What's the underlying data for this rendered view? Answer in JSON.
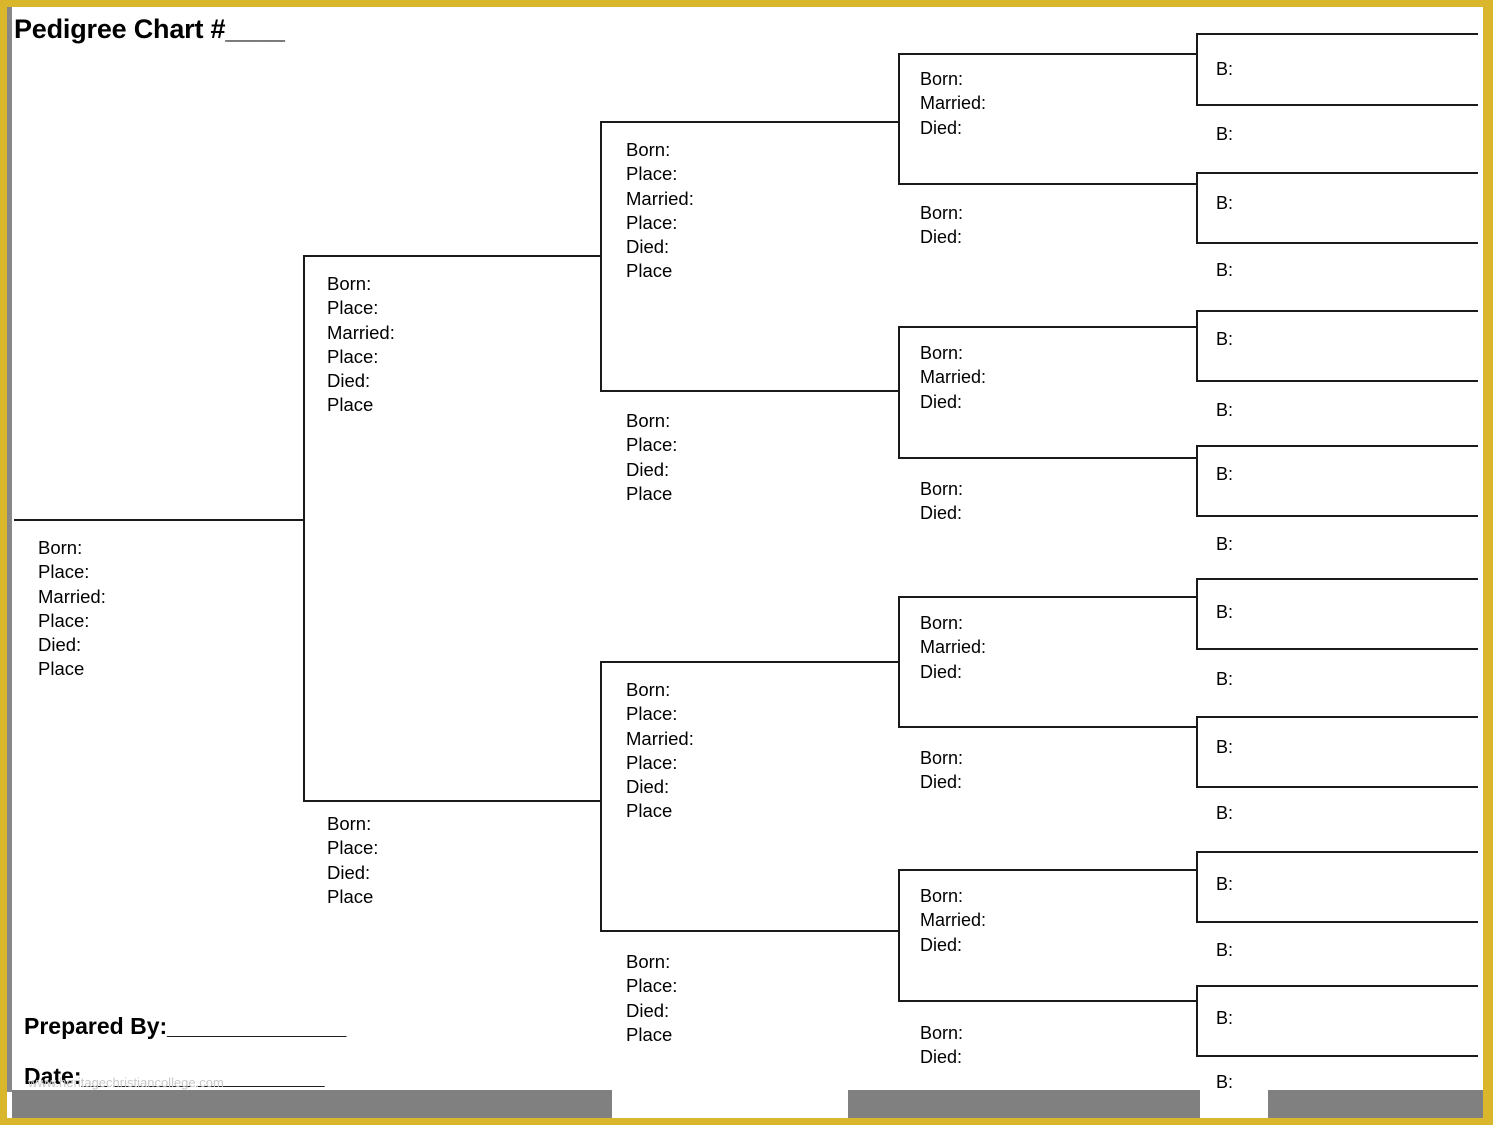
{
  "page": {
    "title": "Pedigree Chart #____",
    "watermark": "www.heritagechristiancollege.com",
    "border_color": "#d9b62b",
    "line_color": "#1a1a1a",
    "gray_bar_color": "#808080",
    "background": "#ffffff"
  },
  "footer": {
    "prepared_by": "Prepared By:______________",
    "date": "Date:__ ______ __________"
  },
  "labels": {
    "born": "Born:",
    "place_colon": "Place:",
    "married": "Married:",
    "died": "Died:",
    "place": "Place",
    "b": "B:"
  },
  "chart_data": {
    "type": "diagram",
    "chart_kind": "pedigree-ancestor-chart",
    "generations": 5,
    "generation_field_sets": {
      "gen1_self": [
        "Born:",
        "Place:",
        "Married:",
        "Place:",
        "Died:",
        "Place"
      ],
      "gen2_father": [
        "Born:",
        "Place:",
        "Married:",
        "Place:",
        "Died:",
        "Place"
      ],
      "gen2_mother": [
        "Born:",
        "Place:",
        "Died:",
        "Place"
      ],
      "gen3_father": [
        "Born:",
        "Place:",
        "Married:",
        "Place:",
        "Died:",
        "Place"
      ],
      "gen3_mother": [
        "Born:",
        "Place:",
        "Died:",
        "Place"
      ],
      "gen4_father": [
        "Born:",
        "Married:",
        "Died:"
      ],
      "gen4_mother": [
        "Born:",
        "Died:"
      ],
      "gen5": [
        "B:"
      ]
    },
    "nodes": {
      "gen1": [
        {
          "id": "self",
          "fields": [
            "Born:",
            "Place:",
            "Married:",
            "Place:",
            "Died:",
            "Place"
          ]
        }
      ],
      "gen2": [
        {
          "id": "father",
          "fields": [
            "Born:",
            "Place:",
            "Married:",
            "Place:",
            "Died:",
            "Place"
          ]
        },
        {
          "id": "mother",
          "fields": [
            "Born:",
            "Place:",
            "Died:",
            "Place"
          ]
        }
      ],
      "gen3": [
        {
          "id": "ff",
          "fields": [
            "Born:",
            "Place:",
            "Married:",
            "Place:",
            "Died:",
            "Place"
          ]
        },
        {
          "id": "fm",
          "fields": [
            "Born:",
            "Place:",
            "Died:",
            "Place"
          ]
        },
        {
          "id": "mf",
          "fields": [
            "Born:",
            "Place:",
            "Married:",
            "Place:",
            "Died:",
            "Place"
          ]
        },
        {
          "id": "mm",
          "fields": [
            "Born:",
            "Place:",
            "Died:",
            "Place"
          ]
        }
      ],
      "gen4": [
        {
          "id": "fff",
          "fields": [
            "Born:",
            "Married:",
            "Died:"
          ]
        },
        {
          "id": "ffm",
          "fields": [
            "Born:",
            "Died:"
          ]
        },
        {
          "id": "fmf",
          "fields": [
            "Born:",
            "Married:",
            "Died:"
          ]
        },
        {
          "id": "fmm",
          "fields": [
            "Born:",
            "Died:"
          ]
        },
        {
          "id": "mff",
          "fields": [
            "Born:",
            "Married:",
            "Died:"
          ]
        },
        {
          "id": "mfm",
          "fields": [
            "Born:",
            "Died:"
          ]
        },
        {
          "id": "mmf",
          "fields": [
            "Born:",
            "Married:",
            "Died:"
          ]
        },
        {
          "id": "mmm",
          "fields": [
            "Born:",
            "Died:"
          ]
        }
      ],
      "gen5": [
        {
          "id": "g5-1",
          "fields": [
            "B:"
          ]
        },
        {
          "id": "g5-2",
          "fields": [
            "B:"
          ]
        },
        {
          "id": "g5-3",
          "fields": [
            "B:"
          ]
        },
        {
          "id": "g5-4",
          "fields": [
            "B:"
          ]
        },
        {
          "id": "g5-5",
          "fields": [
            "B:"
          ]
        },
        {
          "id": "g5-6",
          "fields": [
            "B:"
          ]
        },
        {
          "id": "g5-7",
          "fields": [
            "B:"
          ]
        },
        {
          "id": "g5-8",
          "fields": [
            "B:"
          ]
        },
        {
          "id": "g5-9",
          "fields": [
            "B:"
          ]
        },
        {
          "id": "g5-10",
          "fields": [
            "B:"
          ]
        },
        {
          "id": "g5-11",
          "fields": [
            "B:"
          ]
        },
        {
          "id": "g5-12",
          "fields": [
            "B:"
          ]
        },
        {
          "id": "g5-13",
          "fields": [
            "B:"
          ]
        },
        {
          "id": "g5-14",
          "fields": [
            "B:"
          ]
        },
        {
          "id": "g5-15",
          "fields": [
            "B:"
          ]
        },
        {
          "id": "g5-16",
          "fields": [
            "B:"
          ]
        }
      ]
    }
  }
}
